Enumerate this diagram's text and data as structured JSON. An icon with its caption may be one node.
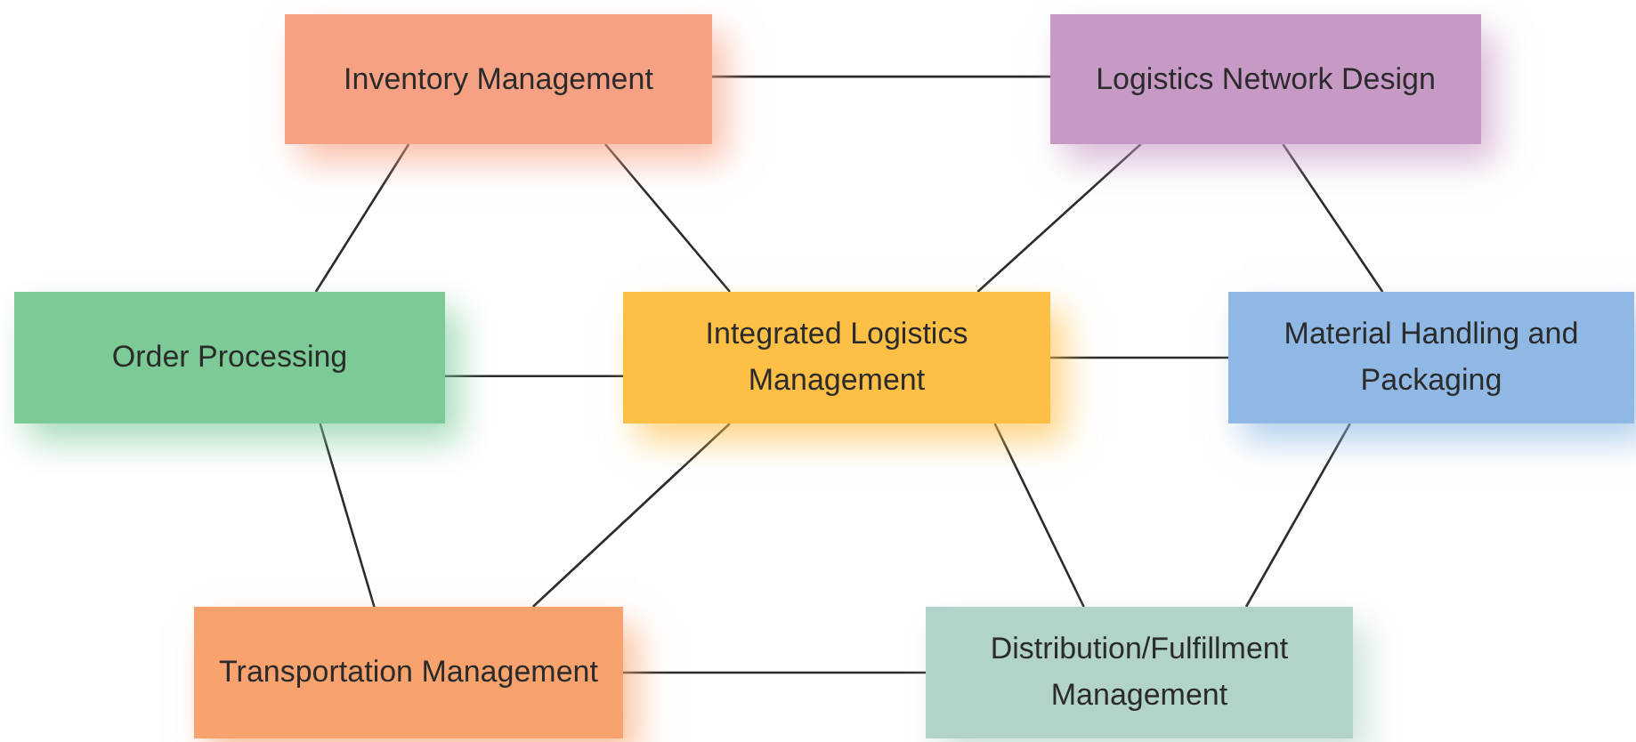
{
  "diagram": {
    "nodes": [
      {
        "text": [
          "Inventory Management"
        ]
      },
      {
        "text": [
          "Logistics Network Design"
        ]
      },
      {
        "text": [
          "Order Processing"
        ]
      },
      {
        "text": [
          "Integrated Logistics Management"
        ]
      },
      {
        "text": [
          "Material Handling and Packaging"
        ]
      },
      {
        "text": [
          "Transportation Management"
        ]
      },
      {
        "text": [
          "Distribution/Fulfillment Management"
        ]
      }
    ],
    "edges": [
      {
        "from": 0,
        "to": 1,
        "arrow": "none"
      },
      {
        "from": 0,
        "to": 2,
        "arrow": "none"
      },
      {
        "from": 0,
        "to": 3,
        "arrow": "none"
      },
      {
        "from": 1,
        "to": 3,
        "arrow": "none"
      },
      {
        "from": 1,
        "to": 4,
        "arrow": "none"
      },
      {
        "from": 2,
        "to": 3,
        "arrow": "none"
      },
      {
        "from": 3,
        "to": 4,
        "arrow": "none"
      },
      {
        "from": 2,
        "to": 5,
        "arrow": "none"
      },
      {
        "from": 3,
        "to": 5,
        "arrow": "none"
      },
      {
        "from": 3,
        "to": 6,
        "arrow": "none"
      },
      {
        "from": 4,
        "to": 6,
        "arrow": "none"
      },
      {
        "from": 5,
        "to": 6,
        "arrow": "none"
      }
    ]
  }
}
